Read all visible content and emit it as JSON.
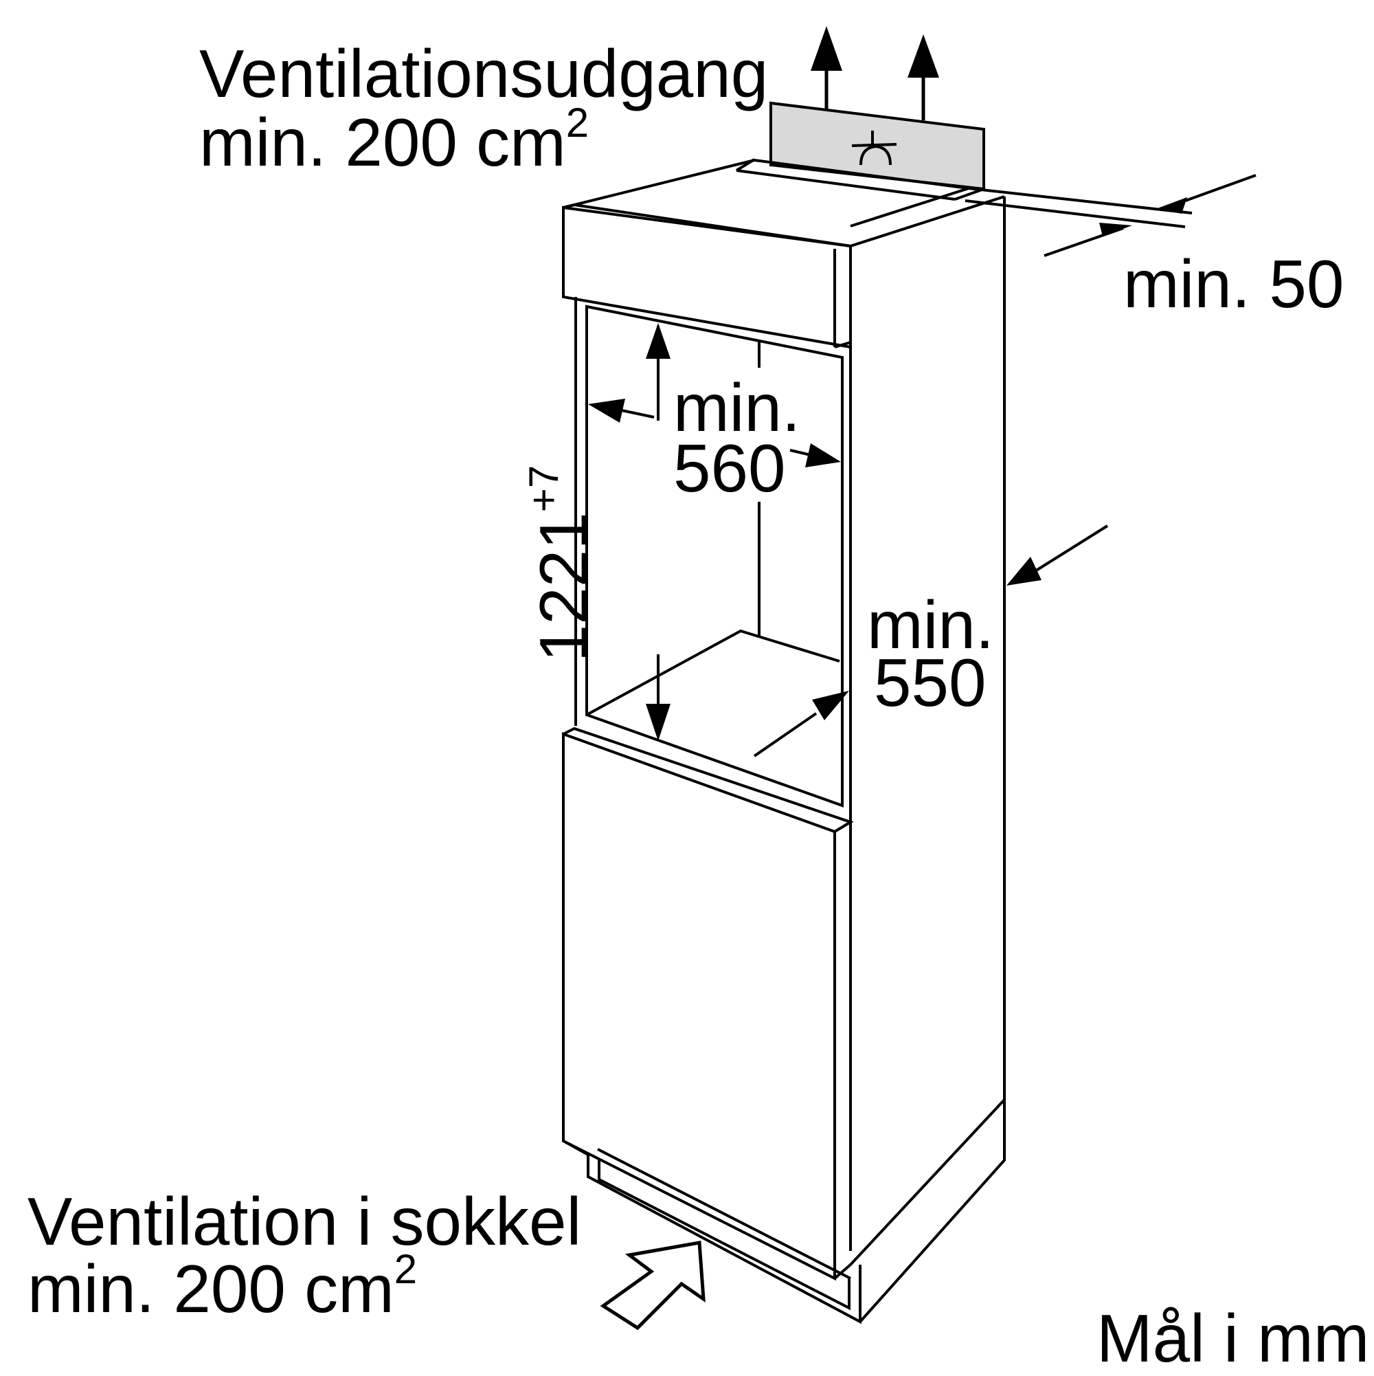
{
  "labels": {
    "ventilation_outlet": {
      "line1": "Ventilationsudgang",
      "line2": "min. 200 cm",
      "sup": "2"
    },
    "ventilation_plinth": {
      "line1": "Ventilation i sokkel",
      "line2": "min. 200 cm",
      "sup": "2"
    },
    "top_clearance": "min. 50",
    "width": {
      "line1": "min.",
      "line2": "560"
    },
    "depth": {
      "line1": "min.",
      "line2": "550"
    },
    "height": {
      "value": "1221",
      "tolerance": "+7"
    },
    "units": "Mål i mm"
  }
}
